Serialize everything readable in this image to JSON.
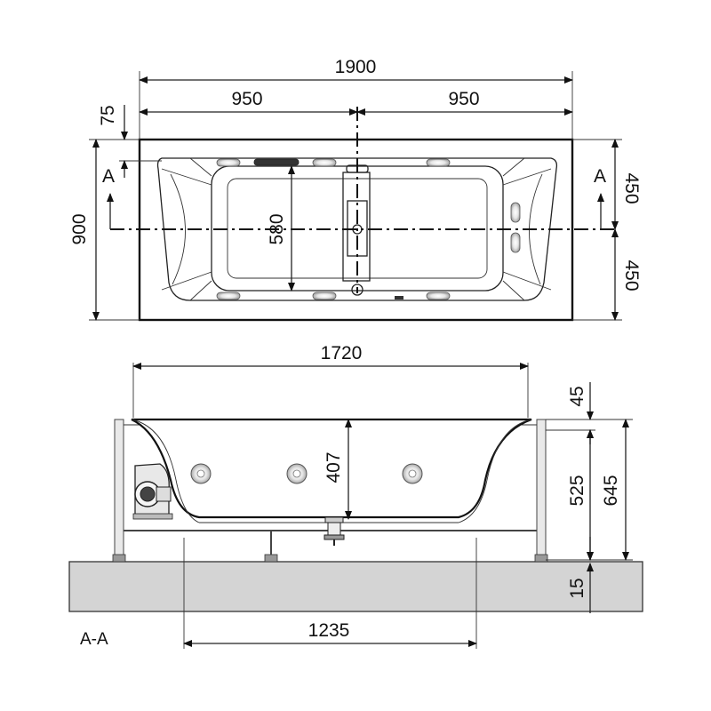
{
  "top_view": {
    "overall_length": "1900",
    "half_length_left": "950",
    "half_length_right": "950",
    "rim_offset": "75",
    "overall_width": "900",
    "inner_width": "580",
    "half_width_top": "450",
    "half_width_bottom": "450",
    "section_mark_left": "A",
    "section_mark_right": "A"
  },
  "section_view": {
    "title": "A-A",
    "inner_length": "1720",
    "interior_depth": "407",
    "top_rim": "45",
    "frame_height": "525",
    "total_height": "645",
    "floor_gap": "15",
    "leg_spacing": "1235"
  }
}
